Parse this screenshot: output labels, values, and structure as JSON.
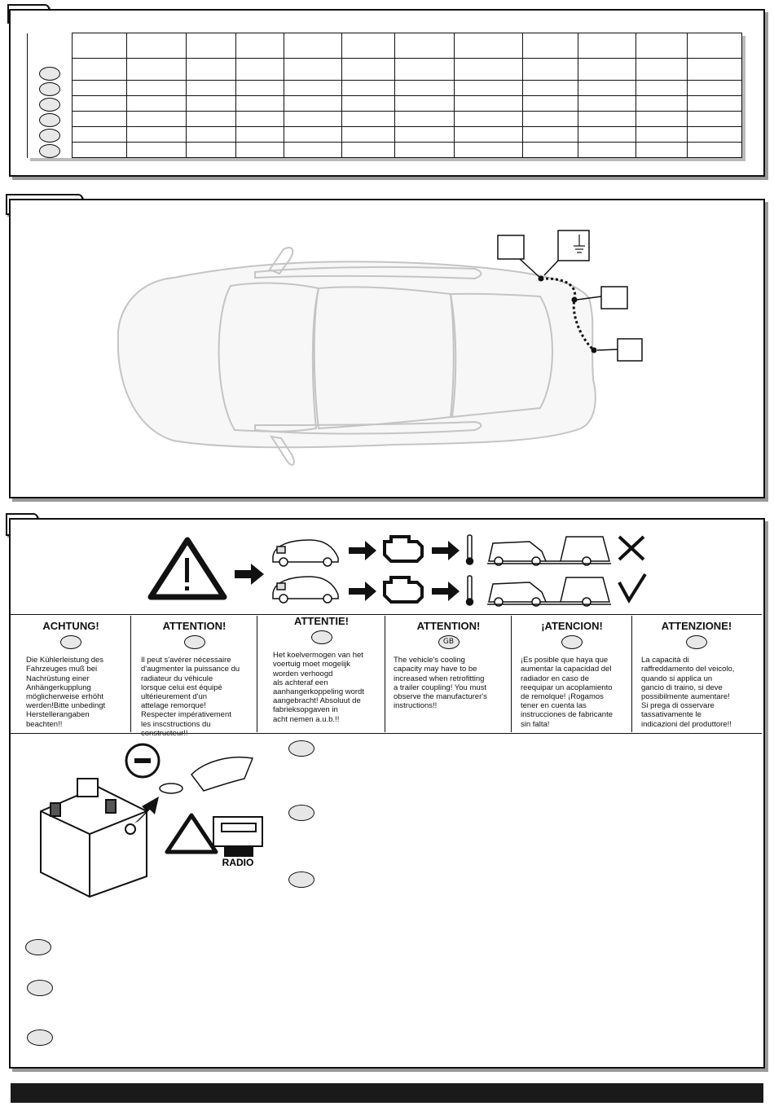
{
  "table": {
    "rows": 6,
    "cols": 12
  },
  "car_diagram": {
    "ground_symbol": "ground-icon"
  },
  "warning": {
    "columns": [
      {
        "title": "ACHTUNG!",
        "flag": "",
        "text": "Die Kühlerleistung des\nFahrzeuges muß bei\nNachrüstung einer\nAnhängerkupplung\nmöglicherweise erhöht\nwerden!Bitte unbedingt\nHerstellerangaben\nbeachten!!"
      },
      {
        "title": "ATTENTION!",
        "flag": "",
        "text": "Il peut s'avérer nécessaire\nd'augmenter la puissance du\nradiateur du véhicule\nlorsque celui est équipé\nultérieurement d'un\nattelage remorque!\nRespecter impérativement\nles inscstructions du\nconstructeur!!"
      },
      {
        "title": "ATTENTIE!",
        "flag": "",
        "text": "Het koelvermogen van het\nvoertuig moet mogelijk\nworden verhoogd\nals achteraf een\naanhangerkoppeling wordt\naangebracht! Absoluut de\nfabrieksopgaven in\nacht nemen a.u.b.!!"
      },
      {
        "title": "ATTENTION!",
        "flag": "GB",
        "text": "The vehicle's cooling\ncapacity may have to be\nincreased when retrofitting\na trailer coupling! You must\nobserve the manufacturer's\ninstructions!!"
      },
      {
        "title": "¡ATENCION!",
        "flag": "",
        "text": "¡Es posible que haya que\naumentar la capacidad del\nradiador en caso de\nreequipar un acoplamiento\nde remolque! ¡Rogamos\ntener en cuenta las\ninstrucciones de fabricante\nsin falta!"
      },
      {
        "title": "ATTENZIONE!",
        "flag": "",
        "text": "La capacità di\nraffreddamento del veicolo,\nquando si applica un\ngancio di traino, si deve\npossibilmente aumentare!\nSi prega di osservare\ntassativamente le\nindicazioni del produttore!!"
      }
    ]
  },
  "battery": {
    "radio_label": "RADIO",
    "minus_symbol": "−"
  },
  "colors": {
    "line": "#111111",
    "shadow": "#999999",
    "oval_fill": "#e6e6e6",
    "footer": "#1a1a1a"
  }
}
